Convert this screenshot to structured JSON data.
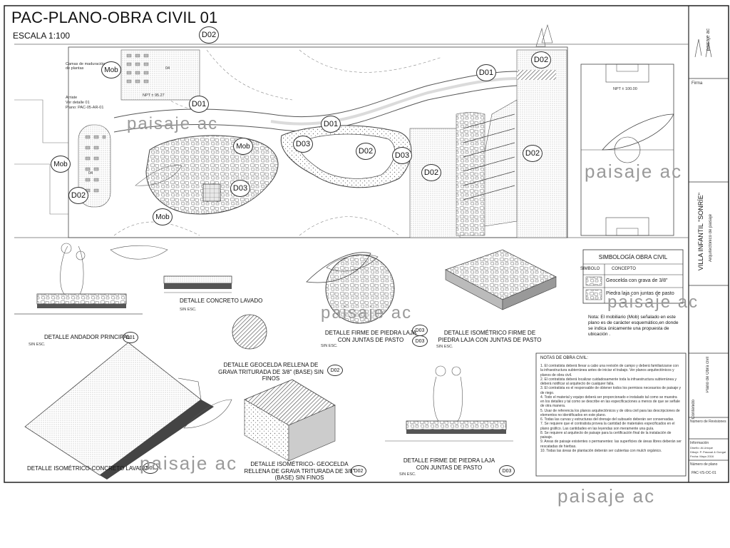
{
  "sheet": {
    "title": "PAC-PLANO-OBRA CIVIL 01",
    "scale": "ESCALA 1:100"
  },
  "tags": {
    "d01": "D01",
    "d02": "D02",
    "d03": "D03",
    "mob": "Mob"
  },
  "plan_labels": {
    "camas": "Camas de maduración de plantas",
    "arriate": "Arriate",
    "ver_detalle": "Ver detalle 01",
    "plano": "Plano: PAC-05-AR-01",
    "nivel_left": "NPT ± 95.27",
    "nivel_right": "NPT ± 100.00",
    "ref_04": "04"
  },
  "details": {
    "andador": "DETALLE ANDADOR PRINCIPAL",
    "concreto_lavado": "DETALLE CONCRETO LAVADO",
    "geocelda": "DETALLE GEOCELDA RELLENA DE GRAVA TRITURADA DE 3/8\" (BASE) SIN FINOS",
    "firme_piedra": "DETALLE FIRME DE PIEDRA LAJA CON JUNTAS DE PASTO",
    "isometrico_firme": "DETALLE ISOMÉTRICO FIRME DE PIEDRA LAJA CON JUNTAS DE PASTO",
    "iso_concreto": "DETALLE ISOMÉTRICO-CONCRETO LAVADO",
    "iso_geocelda": "DETALLE ISOMÉTRICO- GEOCELDA RELLENA DE GRAVA TRITURADA DE 3/8\" (BASE) SIN FINOS",
    "firme_piedra_2": "DETALLE FIRME DE PIEDRA LAJA CON JUNTAS DE PASTO",
    "sin_esc": "SIN ESC."
  },
  "simbologia": {
    "title": "SIMBOLOGÍA OBRA CIVIL",
    "col_simbolo": "SIMBOLO",
    "col_concepto": "CONCEPTO",
    "row1": "Geocelda con grava de 3/8\"",
    "row2": "Piedra laja con juntas de pasto",
    "nota": "Nota: El mobiliario (Mob) señalado en este plano es de carácter esquemático,en donde se indica únicamente una propuesta de ubicación ."
  },
  "notas": {
    "title": "NOTAS DE OBRA CIVIL:",
    "items": [
      "1. El contratista deberá llevar a cabo una revisión de campo y deberá familiarizarse con la infraestructura subterránea antes de iniciar el trabajo. Ver planos arquitectónicos y planos de obra civil.",
      "2. El contratista deberá localizar cuidadosamente toda la infraestructura subterránea y deberá notificar al arquitecto de cualquier falla.",
      "3. El contratista es el responsable de obtener todos los permisos necesarios de paisaje y de riego.",
      "4. Todo el material y equipo deberá ser proporcionado e instalado tal como se muestra en los detalles y tal como se describe en las especificaciones a menos de que se señale de otra manera.",
      "5. Usar de referencia los planos arquitectónicos y de obra civil para las descripciones de elementos no identificados en este plano.",
      "6. Todas las curvas y estructuras del drenaje del subsuelo deberán ser conservadas.",
      "7. Se requiere que el contratista provea la cantidad de materiales especificados en el plano gráfico. Las cantidades en las leyendas son meramente una guía.",
      "8. Se requiere al arquitecto de paisaje para la certificación final de la instalación de paisaje.",
      "9. Areas de paisaje existentes o permanentes: las superficies de áreas libres deberán ser rescatadas de hierbas.",
      "10. Todas las áreas de plantación deberán ser cubiertas con mulch orgánico."
    ]
  },
  "title_block": {
    "logo": "paisaje ac",
    "firma": "Firma",
    "project": "VILLA INFANTIL \"SONRÍE\"",
    "subtitle": "Arquitectónico de paisaje",
    "contenido_label": "Contenido",
    "contenido": "Plano de Obra civil",
    "revisiones": "Número de Revisiones",
    "informacion": "Información",
    "diseno": "Diseño: Al-Unique",
    "dibujo": "Dibujó: P. Pascual & Gongal",
    "fecha": "Fecha: Mayo 2016",
    "numero_label": "Número de plano",
    "numero": "PAC-VS-OC-01"
  },
  "watermark": "paisaje ac",
  "colors": {
    "line": "#333333",
    "fill_gray": "#cfcfcf",
    "watermark": "#9a9a9a"
  }
}
